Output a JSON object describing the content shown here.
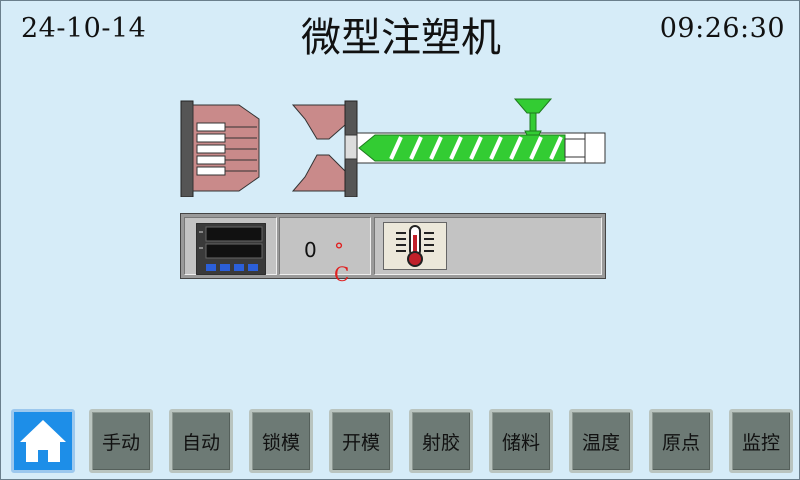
{
  "header": {
    "date": "24-10-14",
    "title": "微型注塑机",
    "time": "09:26:30"
  },
  "temperature": {
    "value": "0",
    "unit": "° C"
  },
  "nav": {
    "home_icon": "home-icon",
    "buttons": [
      "手动",
      "自动",
      "锁模",
      "开模",
      "射胶",
      "储料",
      "温度",
      "原点",
      "监控"
    ]
  },
  "colors": {
    "background": "#d6ecf8",
    "accent": "#1d8ee8",
    "material": "#33cc33",
    "temperature_unit": "#e02020"
  }
}
